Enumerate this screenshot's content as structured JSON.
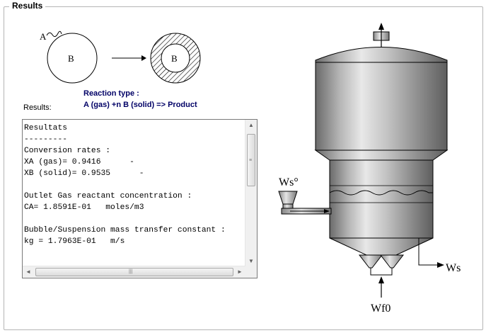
{
  "groupbox": {
    "title": "Results"
  },
  "schematic": {
    "particle_label_gas": "A",
    "particle_label_core": "B",
    "particle_label_core_after": "B"
  },
  "reaction": {
    "heading": "Reaction type :",
    "equation": "A (gas) +n B (solid) => Product"
  },
  "results_label": "Results:",
  "output_lines": [
    "Resultats",
    "---------",
    "Conversion rates :",
    "XA (gas)= 0.9416      -",
    "XB (solid)= 0.9535      -",
    "",
    "Outlet Gas reactant concentration :",
    "CA= 1.8591E-01   moles/m3",
    "",
    "Bubble/Suspension mass transfer constant :",
    "kg = 1.7963E-01   m/s"
  ],
  "reactor": {
    "solid_feed_label": "Ws°",
    "solid_out_label": "Ws",
    "gas_feed_label": "Wf0"
  },
  "icons": {
    "up": "scroll-up-icon",
    "down": "scroll-down-icon",
    "left": "scroll-left-icon",
    "right": "scroll-right-icon"
  }
}
